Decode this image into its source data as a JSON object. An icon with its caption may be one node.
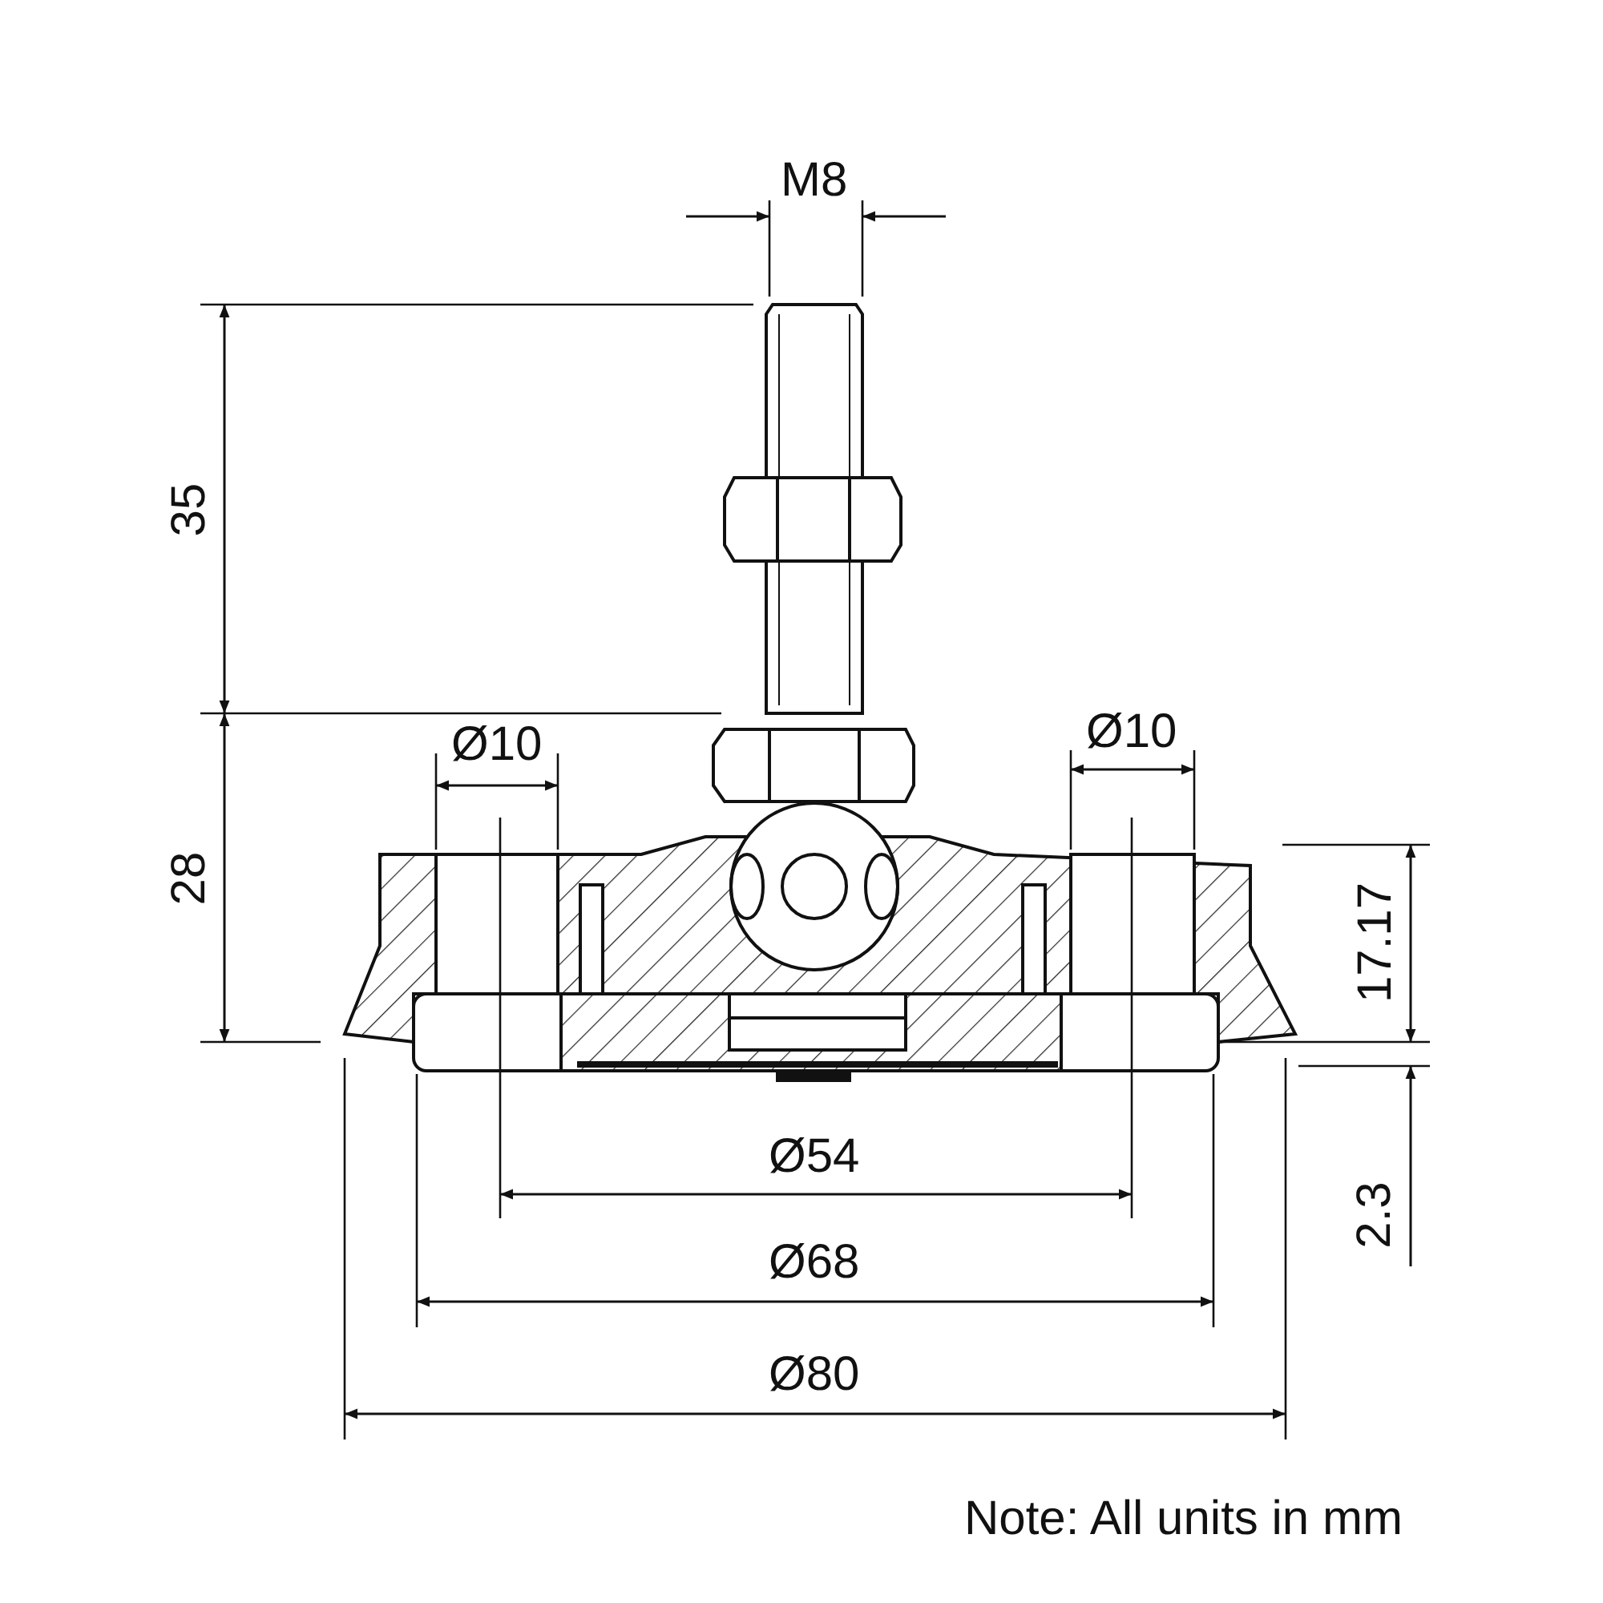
{
  "diagram": {
    "labels": [
      "M8",
      "35",
      "Ø10",
      "Ø10",
      "28",
      "17.17",
      "Ø54",
      "2.3",
      "Ø68",
      "Ø80",
      "Note: All units in mm"
    ]
  }
}
